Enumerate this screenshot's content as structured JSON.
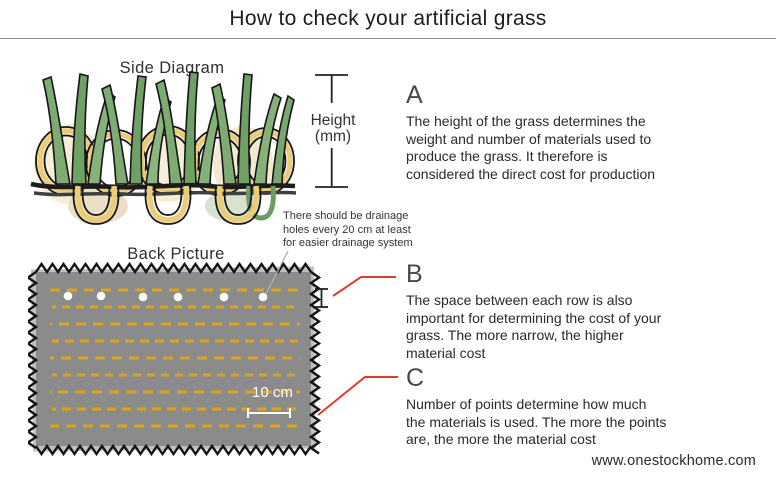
{
  "title": "How to check your artificial grass",
  "side_diagram": {
    "label": "Side Diagram",
    "height_label_line1": "Height",
    "height_label_line2": "(mm)"
  },
  "back_picture": {
    "label": "Back Picture",
    "drainage_note": "There should be drainage\nholes every 20 cm at least\nfor easier drainage system",
    "scale_label": "10 cm",
    "drainage_hole_count": 6,
    "stitch_row_count": 9
  },
  "sections": [
    {
      "letter": "A",
      "text": "The height of the grass determines the\nweight and number of materials used to\nproduce the grass. It therefore is\nconsidered the direct cost for production"
    },
    {
      "letter": "B",
      "text": "The space between each row is also\nimportant for determining the cost of your\ngrass. The more narrow, the higher\nmaterial cost"
    },
    {
      "letter": "C",
      "text": "Number of points determine how much\nthe materials is used. The more the points\nare, the more the material cost"
    }
  ],
  "footer": {
    "website": "www.onestockhome.com"
  },
  "colors": {
    "accent_red": "#e23b2e",
    "mat_gray": "#8b8b8b",
    "stitch_yellow": "#d9a41f",
    "grass_green": "#7dab72",
    "loop_yellow": "#e9cd78"
  }
}
